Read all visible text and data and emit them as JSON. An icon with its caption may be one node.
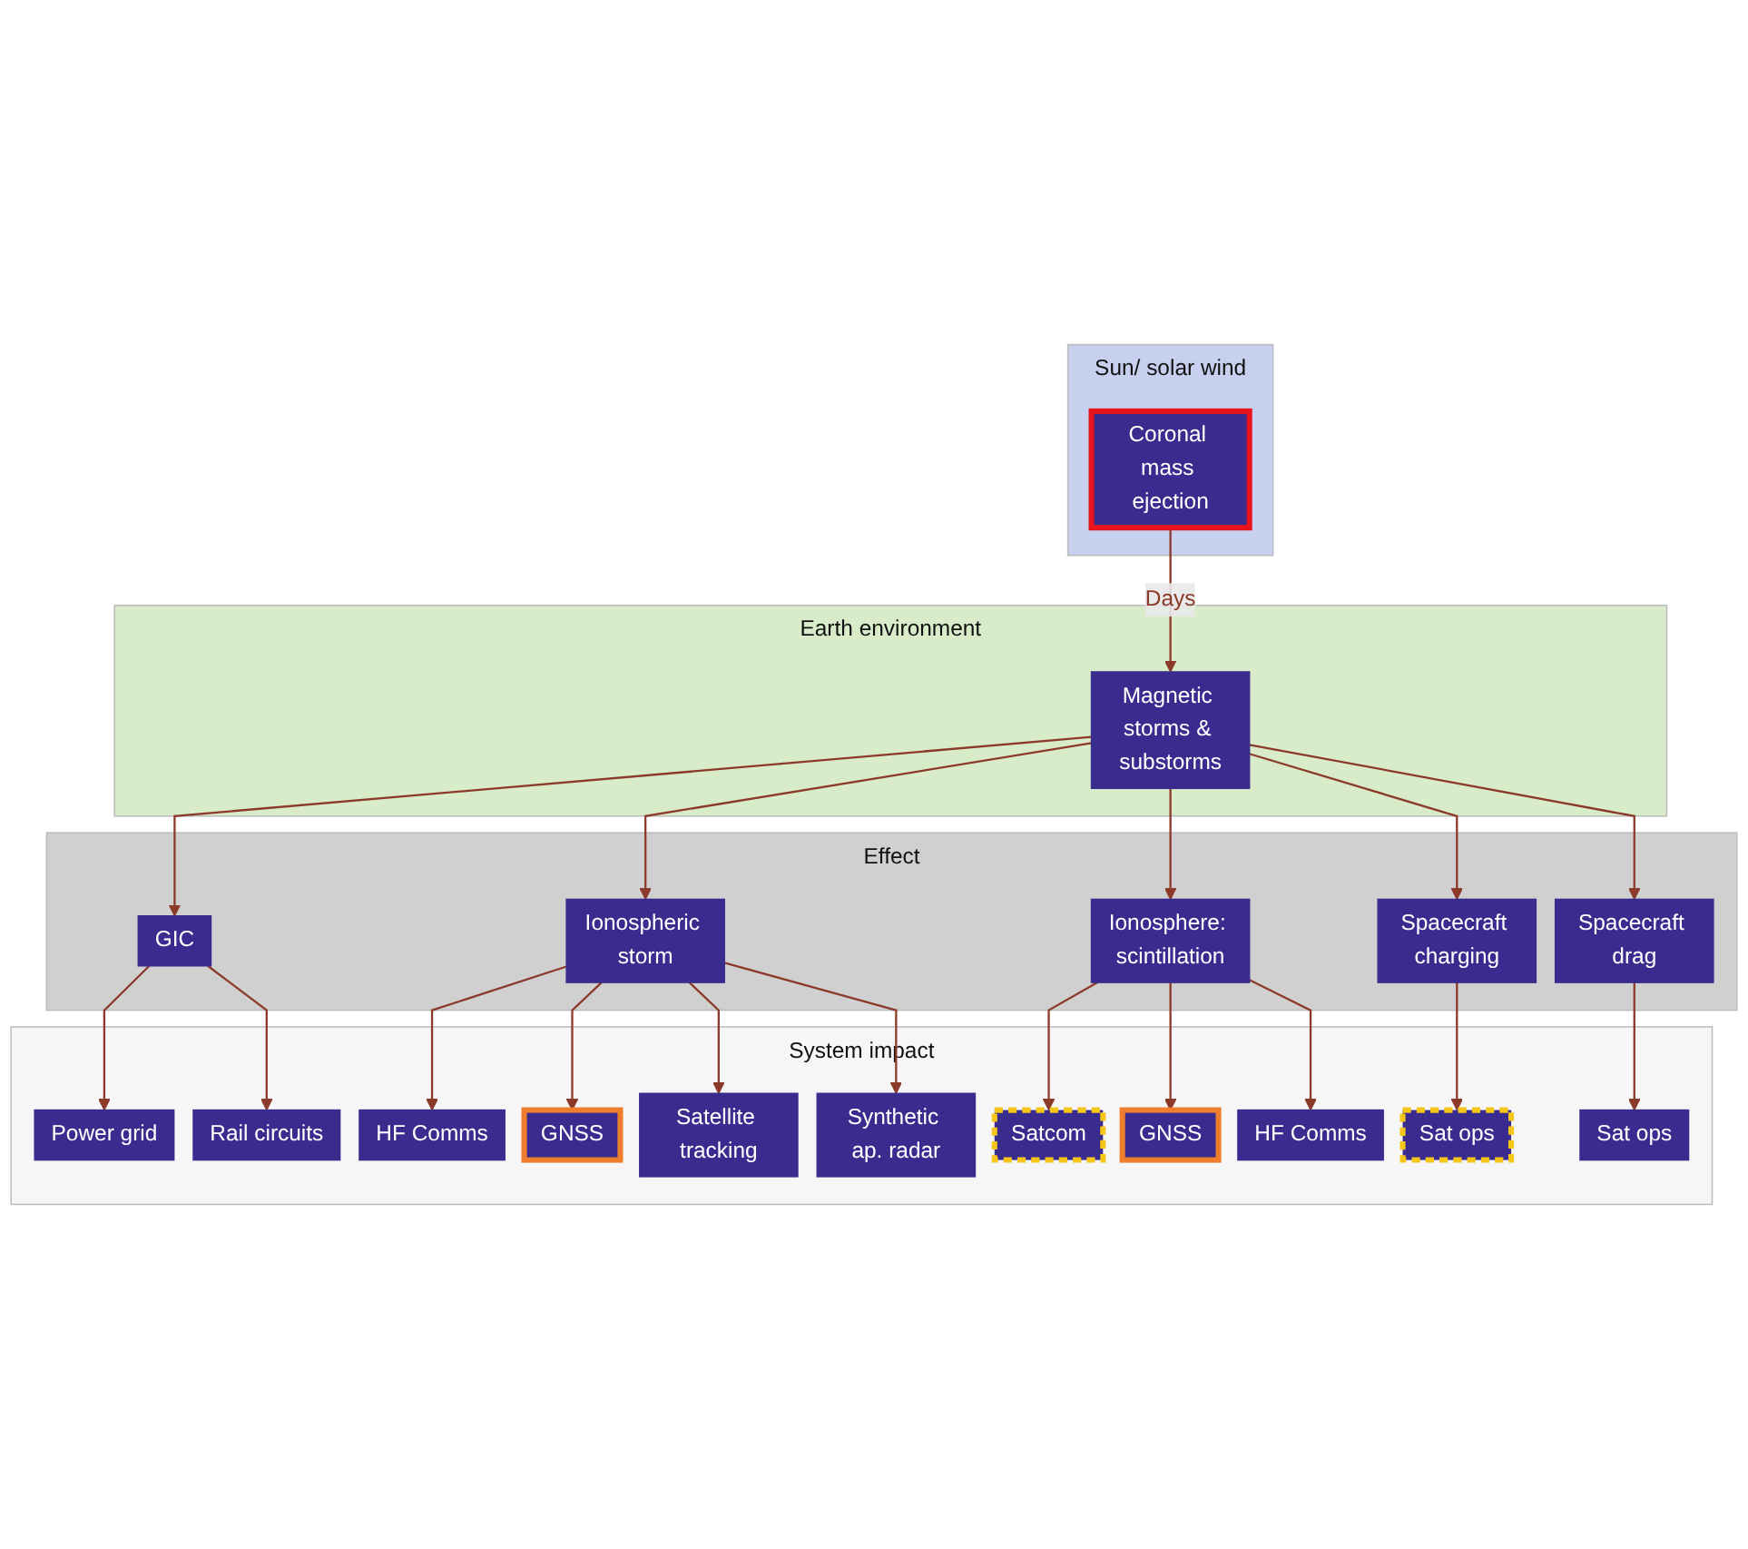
{
  "diagram": {
    "nodes": [
      {
        "text": [
          "Sun/ solar wind"
        ]
      },
      {
        "text": [
          "Coronal mass ejection"
        ],
        "in": 0
      },
      {
        "text": [
          "Earth environment"
        ]
      },
      {
        "text": [
          "Magnetic storms & substorms"
        ],
        "in": 2
      },
      {
        "text": [
          "Effect"
        ]
      },
      {
        "text": [
          "GIC"
        ],
        "in": 4
      },
      {
        "text": [
          "Ionospheric storm"
        ],
        "in": 4
      },
      {
        "text": [
          "Ionosphere: scintillation"
        ],
        "in": 4
      },
      {
        "text": [
          "Spacecraft charging"
        ],
        "in": 4
      },
      {
        "text": [
          "Spacecraft drag"
        ],
        "in": 4
      },
      {
        "text": [
          "System impact"
        ]
      },
      {
        "text": [
          "Power grid"
        ],
        "in": 10
      },
      {
        "text": [
          "Rail circuits"
        ],
        "in": 10
      },
      {
        "text": [
          "HF Comms"
        ],
        "in": 10
      },
      {
        "text": [
          "GNSS"
        ],
        "in": 10
      },
      {
        "text": [
          "Satellite tracking"
        ],
        "in": 10
      },
      {
        "text": [
          "Synthetic ap. radar"
        ],
        "in": 10
      },
      {
        "text": [
          "Satcom"
        ],
        "in": 10
      },
      {
        "text": [
          "GNSS"
        ],
        "in": 10
      },
      {
        "text": [
          "HF Comms"
        ],
        "in": 10
      },
      {
        "text": [
          "Sat ops"
        ],
        "in": 10
      },
      {
        "text": [
          "Sat ops"
        ],
        "in": 10
      }
    ],
    "edges": [
      {
        "from": 1,
        "to": 3,
        "arrow": "to",
        "label": "Days"
      },
      {
        "from": 3,
        "to": 5,
        "arrow": "to"
      },
      {
        "from": 3,
        "to": 6,
        "arrow": "to"
      },
      {
        "from": 3,
        "to": 7,
        "arrow": "to"
      },
      {
        "from": 3,
        "to": 8,
        "arrow": "to"
      },
      {
        "from": 3,
        "to": 9,
        "arrow": "to"
      },
      {
        "from": 5,
        "to": 11,
        "arrow": "to"
      },
      {
        "from": 5,
        "to": 12,
        "arrow": "to"
      },
      {
        "from": 6,
        "to": 13,
        "arrow": "to"
      },
      {
        "from": 6,
        "to": 14,
        "arrow": "to"
      },
      {
        "from": 6,
        "to": 15,
        "arrow": "to"
      },
      {
        "from": 6,
        "to": 16,
        "arrow": "to"
      },
      {
        "from": 7,
        "to": 17,
        "arrow": "to"
      },
      {
        "from": 7,
        "to": 18,
        "arrow": "to"
      },
      {
        "from": 7,
        "to": 19,
        "arrow": "to"
      },
      {
        "from": 8,
        "to": 20,
        "arrow": "to"
      },
      {
        "from": 9,
        "to": 21,
        "arrow": "to"
      }
    ]
  }
}
